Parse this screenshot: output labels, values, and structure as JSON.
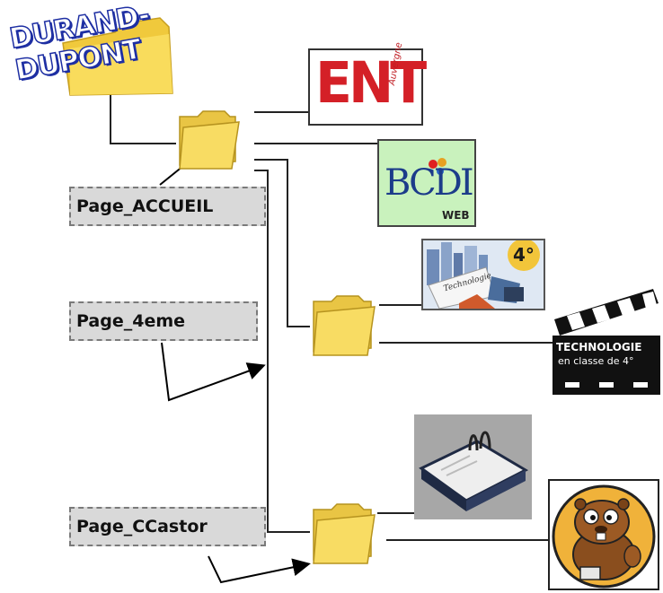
{
  "title": "DURAND-DUPONT",
  "pages": {
    "accueil": "Page_ACCUEIL",
    "quatrieme": "Page_4eme",
    "castor": "Page_CCastor"
  },
  "logos": {
    "ent": "ENT",
    "ent_sub": "Auvergne",
    "bcdi": "BCDI",
    "bcdi_web": "WEB",
    "techno_badge": "4°",
    "techno_card": "Technologie",
    "clap_line1": "TECHNOLOGIE",
    "clap_line2": "en classe de 4°"
  },
  "colors": {
    "folder": "#f6d44a",
    "ent_red": "#d42027",
    "bcdi_bg": "#c9f2bd",
    "label_bg": "#d9d9d9"
  }
}
